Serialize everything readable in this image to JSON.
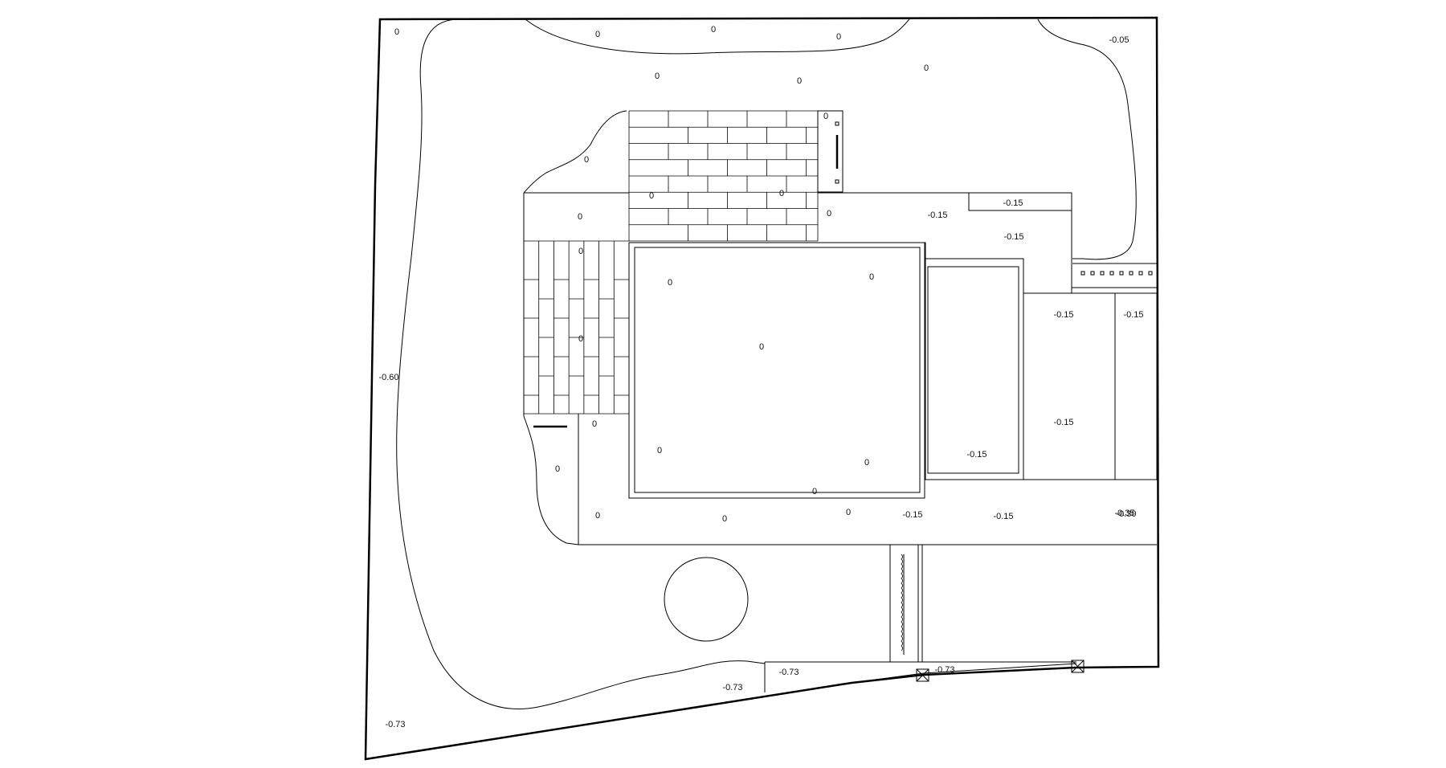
{
  "labels": [
    {
      "id": "lbl-01",
      "text": "0"
    },
    {
      "id": "lbl-02",
      "text": "0"
    },
    {
      "id": "lbl-03",
      "text": "0"
    },
    {
      "id": "lbl-04",
      "text": "0"
    },
    {
      "id": "lbl-05",
      "text": "0"
    },
    {
      "id": "lbl-06",
      "text": "0"
    },
    {
      "id": "lbl-07",
      "text": "0"
    },
    {
      "id": "lbl-08",
      "text": "0"
    },
    {
      "id": "lbl-09",
      "text": "0"
    },
    {
      "id": "lbl-10",
      "text": "0"
    },
    {
      "id": "lbl-11",
      "text": "0"
    },
    {
      "id": "lbl-12",
      "text": "0"
    },
    {
      "id": "lbl-13",
      "text": "0"
    },
    {
      "id": "lbl-14",
      "text": "0"
    },
    {
      "id": "lbl-15",
      "text": "0"
    },
    {
      "id": "lbl-16",
      "text": "0"
    },
    {
      "id": "lbl-17",
      "text": "0"
    },
    {
      "id": "lbl-18",
      "text": "0"
    },
    {
      "id": "lbl-19",
      "text": "0"
    },
    {
      "id": "lbl-20",
      "text": "0"
    },
    {
      "id": "lbl-21",
      "text": "0"
    },
    {
      "id": "lbl-22",
      "text": "0"
    },
    {
      "id": "lbl-23",
      "text": "0"
    },
    {
      "id": "lbl-24",
      "text": "0"
    },
    {
      "id": "lbl-25",
      "text": "0"
    },
    {
      "id": "lbl-26",
      "text": "0"
    },
    {
      "id": "lbl-27",
      "text": "-0.05"
    },
    {
      "id": "lbl-28",
      "text": "-0.15"
    },
    {
      "id": "lbl-29",
      "text": "-0.15"
    },
    {
      "id": "lbl-30",
      "text": "-0.15"
    },
    {
      "id": "lbl-31",
      "text": "-0.15"
    },
    {
      "id": "lbl-32",
      "text": "-0.15"
    },
    {
      "id": "lbl-33",
      "text": "-0.15"
    },
    {
      "id": "lbl-34",
      "text": "-0.15"
    },
    {
      "id": "lbl-35",
      "text": "-0.15"
    },
    {
      "id": "lbl-36",
      "text": "-0.15"
    },
    {
      "id": "lbl-37",
      "text": "-0.35"
    },
    {
      "id": "lbl-38",
      "text": "-0.30"
    },
    {
      "id": "lbl-39",
      "text": "-0.60"
    },
    {
      "id": "lbl-40",
      "text": "-0.73"
    },
    {
      "id": "lbl-41",
      "text": "-0.73"
    },
    {
      "id": "lbl-42",
      "text": "-0.73"
    },
    {
      "id": "lbl-43",
      "text": "-0.73"
    }
  ]
}
